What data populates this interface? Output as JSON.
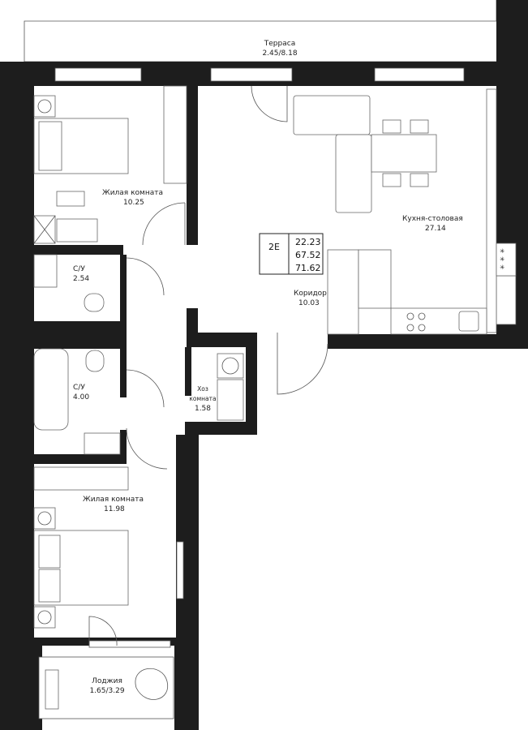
{
  "terrace": {
    "name": "Терраса",
    "area": "2.45/8.18"
  },
  "rooms": [
    {
      "id": "bedroom1",
      "name": "Жилая комната",
      "area": "10.25"
    },
    {
      "id": "kitchen",
      "name": "Кухня-столовая",
      "area": "27.14"
    },
    {
      "id": "bath1",
      "name": "С/У",
      "area": "2.54"
    },
    {
      "id": "corridor",
      "name": "Коридор",
      "area": "10.03"
    },
    {
      "id": "bath2",
      "name": "С/У",
      "area": "4.00"
    },
    {
      "id": "utility",
      "name": "Хоз\nкомната",
      "area": "1.58"
    },
    {
      "id": "bedroom2",
      "name": "Жилая комната",
      "area": "11.98"
    }
  ],
  "loggia": {
    "name": "Лоджия",
    "area": "1.65/3.29"
  },
  "apartment": {
    "type": "2Е",
    "living_area": "22.23",
    "total_area": "67.52",
    "reduced_area": "71.62"
  }
}
